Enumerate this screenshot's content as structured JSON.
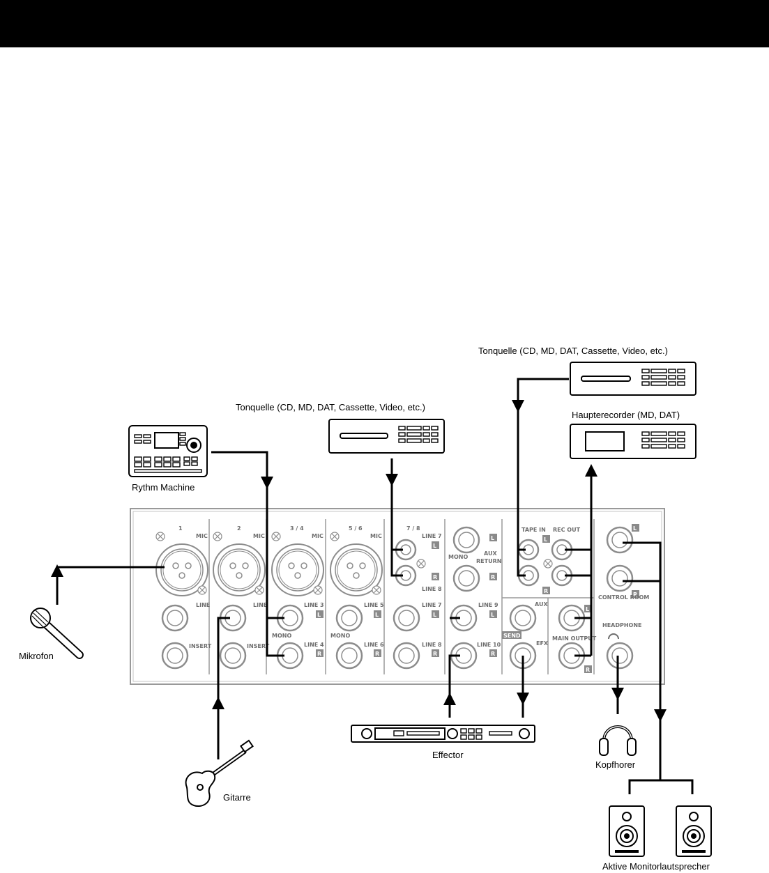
{
  "devices": {
    "rhythm_machine": "Rythm Machine",
    "tonquelle_left": "Tonquelle (CD, MD, DAT, Cassette, Video, etc.)",
    "tonquelle_right": "Tonquelle (CD, MD, DAT, Cassette, Video, etc.)",
    "haupterecorder": "Haupterecorder (MD, DAT)",
    "mikrofon": "Mikrofon",
    "gitarre": "Gitarre",
    "effector": "Effector",
    "kopfhorer": "Kopfhorer",
    "monitors": "Aktive Monitorlautsprecher"
  },
  "panel": {
    "ch1": "1",
    "ch2": "2",
    "ch34": "3 / 4",
    "ch56": "5 / 6",
    "ch78": "7 / 8",
    "mic": "MIC",
    "line": "LINE",
    "insert": "INSERT",
    "mono": "MONO",
    "line3": "LINE 3",
    "line4": "LINE 4",
    "line5": "LINE 5",
    "line6": "LINE 6",
    "line7": "LINE 7",
    "line8": "LINE 8",
    "line9": "LINE 9",
    "line10": "LINE 10",
    "aux": "AUX",
    "return": "RETURN",
    "tape_in": "TAPE IN",
    "rec_out": "REC OUT",
    "send": "SEND",
    "efx": "EFX",
    "main_output": "MAIN OUTPUT",
    "control_room": "CONTROL ROOM",
    "headphone": "HEADPHONE",
    "L": "L",
    "R": "R"
  }
}
